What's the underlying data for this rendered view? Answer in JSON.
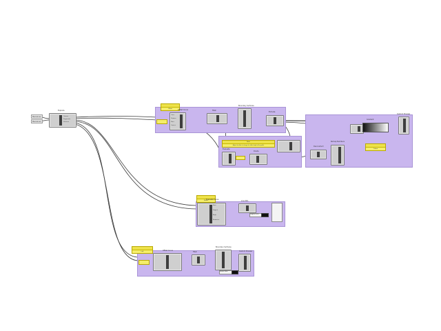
{
  "canvas": {
    "background": "#ffffff",
    "group_color": "#c9b6ee",
    "note_color": "#f5ee6b"
  },
  "inputs": {
    "param_a": "Receiver",
    "param_b": "Receiver"
  },
  "source": {
    "title": "Explode",
    "outputs": [
      "Curves",
      "Segments",
      "Vertices"
    ]
  },
  "group1": {
    "note": "Offset",
    "main_title": "Offset Curve",
    "inputs": [
      "Curve",
      "Distance",
      "Plane",
      "Corners"
    ],
    "stage2": "Fillet",
    "stage3": "Boundary Surfaces",
    "stage4": "Extrude",
    "sub_note_title": "Note",
    "sub_note_text": "Adjust the slider to change the offset depth of the profile",
    "sub_title": "Evaluate",
    "sub_stage": "Divide"
  },
  "group2": {
    "title": "Custom Preview",
    "gradient_label": "Gradient",
    "note": "Colour",
    "stage_a": "Deconstruct",
    "stage_b": "Remap Numbers"
  },
  "group3": {
    "note": "Points",
    "main_title": "Evaluate Curve",
    "outputs": [
      "Point",
      "Tangent",
      "Angle",
      "Parameter"
    ],
    "stage2": "Line SDL",
    "slider_label": "Length = 0.250"
  },
  "group4": {
    "note": "Loft",
    "main_title": "Offset Curve",
    "stage2": "Fillet",
    "stage3": "Boundary Surfaces",
    "stage4": "Custom Preview",
    "slider_label": "Number Slider"
  }
}
